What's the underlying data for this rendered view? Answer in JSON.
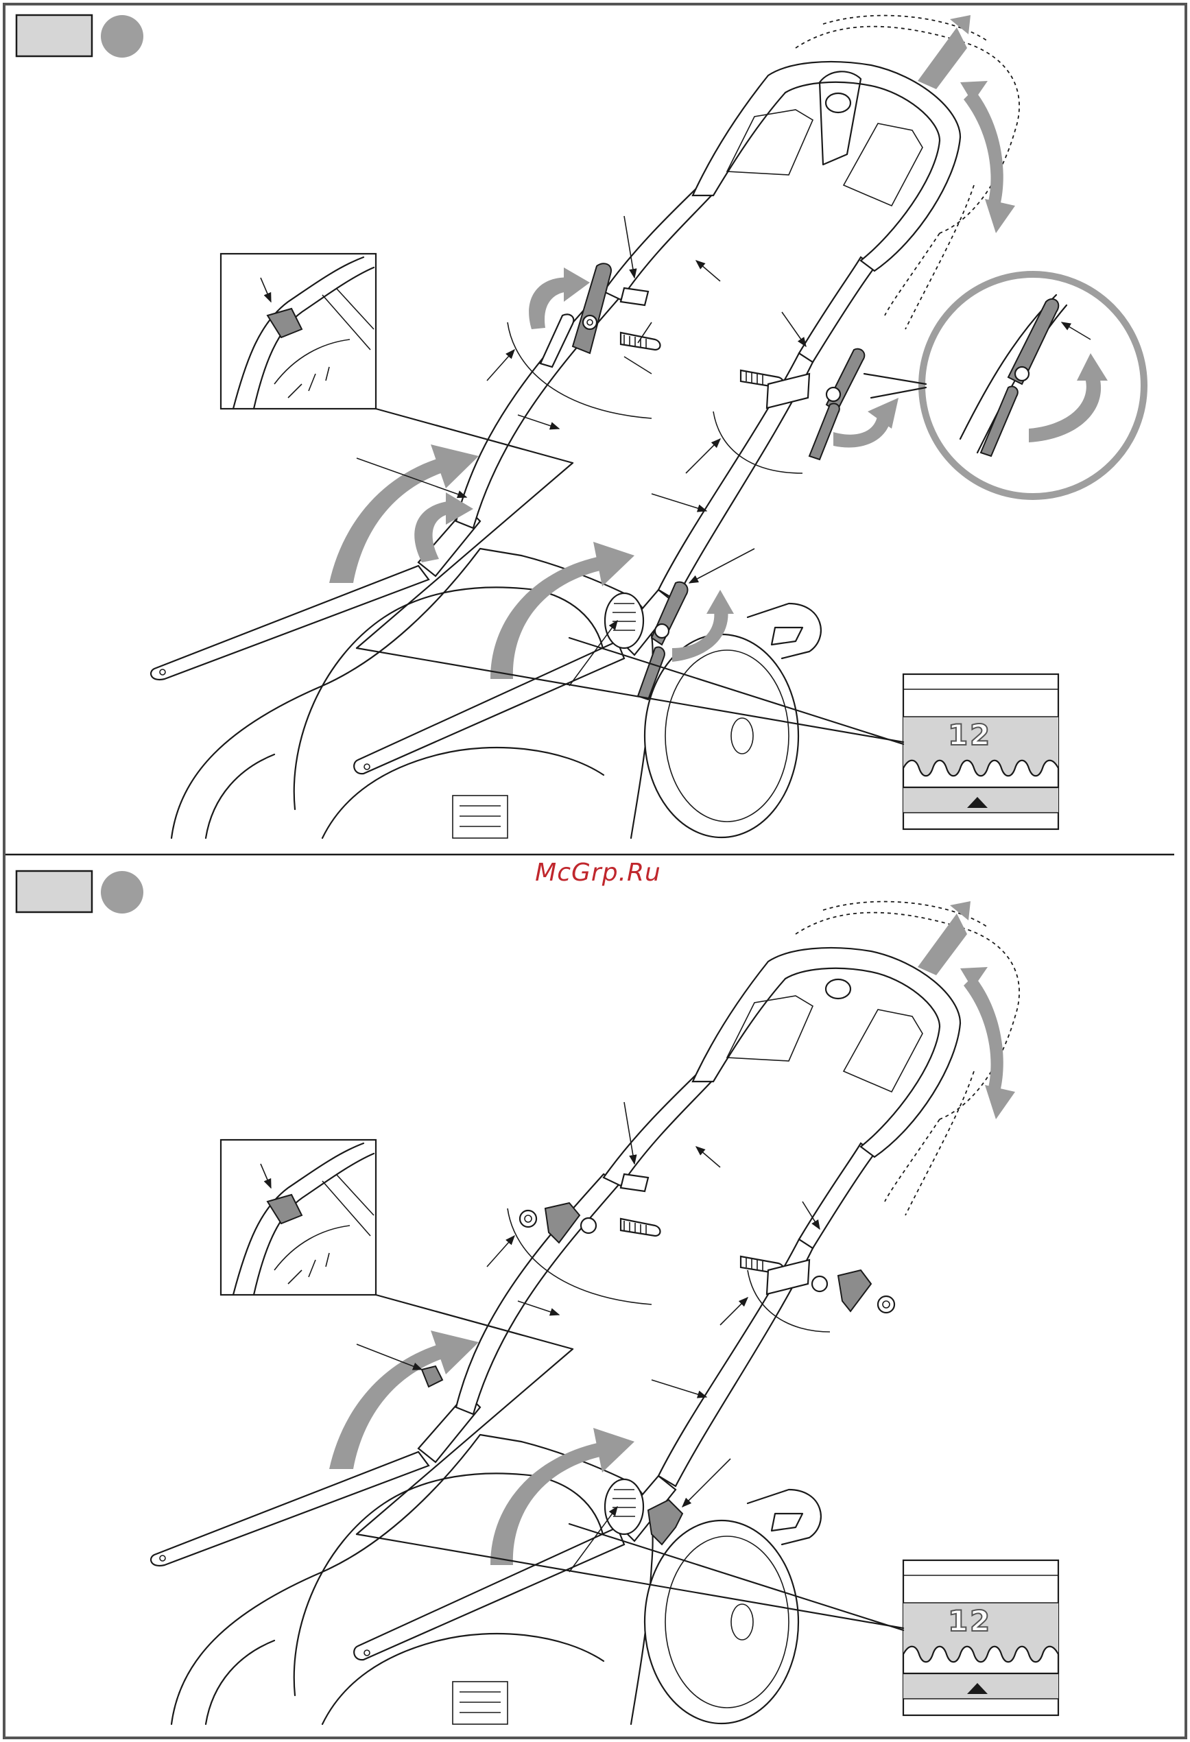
{
  "watermark": "McGrp.Ru",
  "figures": [
    {
      "id": "upper",
      "step_box_text": "",
      "step_circle_text": "",
      "scale_labels": [
        "1",
        "2"
      ],
      "fastener": "quick-release lever"
    },
    {
      "id": "lower",
      "step_box_text": "",
      "step_circle_text": "",
      "scale_labels": [
        "1",
        "2"
      ],
      "fastener": "wing knob with bolt, washer and nut"
    }
  ],
  "colors": {
    "outline": "#1a1a1a",
    "arrow_grey": "#9a9a9a",
    "frame": "#555555",
    "watermark": "#c0272d"
  }
}
